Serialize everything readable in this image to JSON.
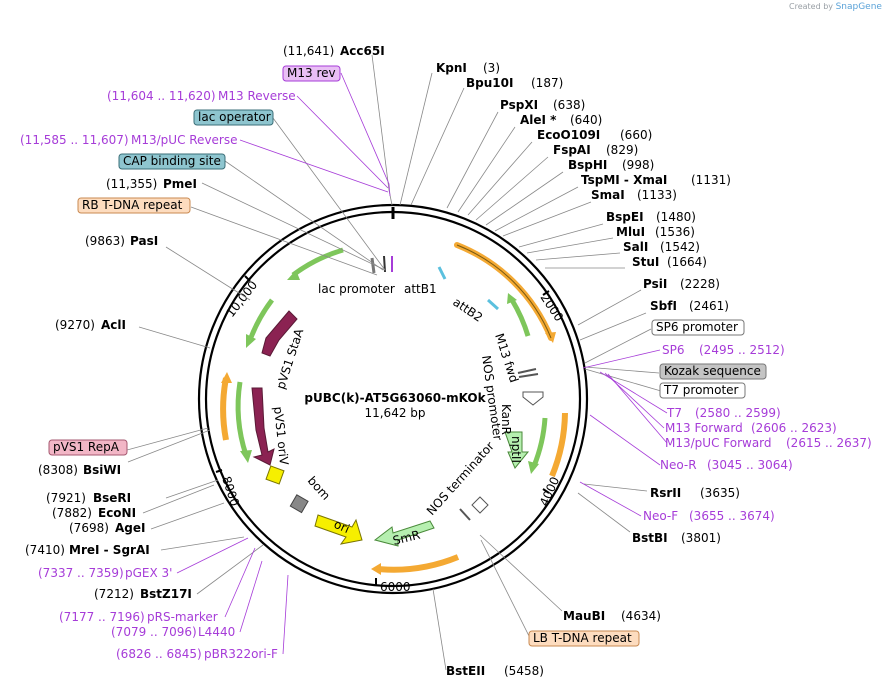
{
  "credit": {
    "prefix": "Created by",
    "brand": "SnapGene"
  },
  "plasmid": {
    "name": "pUBC(k)-AT5G63060-mKOk",
    "length_label": "11,642 bp",
    "length": 11642
  },
  "scale_ticks": [
    {
      "bp": 2000,
      "label": "2000"
    },
    {
      "bp": 4000,
      "label": "4000"
    },
    {
      "bp": 6000,
      "label": "6000"
    },
    {
      "bp": 8000,
      "label": "8000"
    },
    {
      "bp": 10000,
      "label": "10,000"
    }
  ],
  "sites": [
    {
      "name": "Acc65I",
      "pos": "(11,641)",
      "side": "left"
    },
    {
      "name": "KpnI",
      "pos": "(3)",
      "side": "right"
    },
    {
      "name": "Bpu10I",
      "pos": "(187)",
      "side": "right"
    },
    {
      "name": "PspXI",
      "pos": "(638)",
      "side": "right"
    },
    {
      "name": "AleI *",
      "pos": "(640)",
      "side": "right"
    },
    {
      "name": "EcoO109I",
      "pos": "(660)",
      "side": "right"
    },
    {
      "name": "FspAI",
      "pos": "(829)",
      "side": "right"
    },
    {
      "name": "BspHI",
      "pos": "(998)",
      "side": "right"
    },
    {
      "name": "TspMI - XmaI",
      "pos": "(1131)",
      "side": "right"
    },
    {
      "name": "SmaI",
      "pos": "(1133)",
      "side": "right"
    },
    {
      "name": "BspEI",
      "pos": "(1480)",
      "side": "right"
    },
    {
      "name": "MluI",
      "pos": "(1536)",
      "side": "right"
    },
    {
      "name": "SalI",
      "pos": "(1542)",
      "side": "right"
    },
    {
      "name": "StuI",
      "pos": "(1664)",
      "side": "right"
    },
    {
      "name": "PsiI",
      "pos": "(2228)",
      "side": "right"
    },
    {
      "name": "SbfI",
      "pos": "(2461)",
      "side": "right"
    },
    {
      "name": "RsrII",
      "pos": "(3635)",
      "side": "right"
    },
    {
      "name": "BstBI",
      "pos": "(3801)",
      "side": "right"
    },
    {
      "name": "MauBI",
      "pos": "(4634)",
      "side": "right"
    },
    {
      "name": "BstEII",
      "pos": "(5458)",
      "side": "right"
    },
    {
      "name": "PmeI",
      "pos": "(11,355)",
      "side": "left"
    },
    {
      "name": "PasI",
      "pos": "(9863)",
      "side": "left"
    },
    {
      "name": "AclI",
      "pos": "(9270)",
      "side": "left"
    },
    {
      "name": "BsiWI",
      "pos": "(8308)",
      "side": "left"
    },
    {
      "name": "BseRI",
      "pos": "(7921)",
      "side": "left"
    },
    {
      "name": "EcoNI",
      "pos": "(7882)",
      "side": "left"
    },
    {
      "name": "AgeI",
      "pos": "(7698)",
      "side": "left"
    },
    {
      "name": "MreI - SgrAI",
      "pos": "(7410)",
      "side": "left"
    },
    {
      "name": "BstZ17I",
      "pos": "(7212)",
      "side": "left"
    }
  ],
  "primers": [
    {
      "name": "M13 Reverse",
      "range": "(11,604 .. 11,620)",
      "side": "left"
    },
    {
      "name": "M13/pUC Reverse",
      "range": "(11,585 .. 11,607)",
      "side": "left"
    },
    {
      "name": "SP6",
      "range": "(2495 .. 2512)",
      "side": "right"
    },
    {
      "name": "T7",
      "range": "(2580 .. 2599)",
      "side": "right"
    },
    {
      "name": "M13 Forward",
      "range": "(2606 .. 2623)",
      "side": "right"
    },
    {
      "name": "M13/pUC Forward",
      "range": "(2615 .. 2637)",
      "side": "right"
    },
    {
      "name": "Neo-R",
      "range": "(3045 .. 3064)",
      "side": "right"
    },
    {
      "name": "Neo-F",
      "range": "(3655 .. 3674)",
      "side": "right"
    },
    {
      "name": "pGEX 3'",
      "range": "(7337 .. 7359)",
      "side": "left"
    },
    {
      "name": "pRS-marker",
      "range": "(7177 .. 7196)",
      "side": "left"
    },
    {
      "name": "L4440",
      "range": "(7079 .. 7096)",
      "side": "left"
    },
    {
      "name": "pBR322ori-F",
      "range": "(6826 .. 6845)",
      "side": "left"
    }
  ],
  "boxed_features": [
    {
      "name": "M13 rev",
      "fill": "#e9bff5",
      "stroke": "#a63cd8"
    },
    {
      "name": "lac operator",
      "fill": "#8ec5cf",
      "stroke": "#3b6f78"
    },
    {
      "name": "CAP binding site",
      "fill": "#8ec5cf",
      "stroke": "#3b6f78"
    },
    {
      "name": "RB T-DNA repeat",
      "fill": "#fddcbf",
      "stroke": "#c98a52"
    },
    {
      "name": "SP6 promoter",
      "fill": "#ffffff",
      "stroke": "#777777"
    },
    {
      "name": "Kozak sequence",
      "fill": "#c4c4c4",
      "stroke": "#777777"
    },
    {
      "name": "T7 promoter",
      "fill": "#ffffff",
      "stroke": "#777777"
    },
    {
      "name": "pVS1 RepA",
      "fill": "#f2b6c6",
      "stroke": "#a65870"
    },
    {
      "name": "LB T-DNA repeat",
      "fill": "#fddcbf",
      "stroke": "#c98a52"
    }
  ],
  "inner_features": [
    {
      "name": "lac promoter"
    },
    {
      "name": "attB1"
    },
    {
      "name": "attB2"
    },
    {
      "name": "M13 fwd"
    },
    {
      "name": "NOS promoter"
    },
    {
      "name": "KanR"
    },
    {
      "name": "nptII"
    },
    {
      "name": "NOS terminator"
    },
    {
      "name": "SmR"
    },
    {
      "name": "ori"
    },
    {
      "name": "bom"
    },
    {
      "name": "pVS1 oriV"
    },
    {
      "name": "pVS1 StaA"
    }
  ],
  "colors": {
    "enzyme": "#000000",
    "primer": "#a63cd8",
    "orf_green": "#7ec65b",
    "orf_orange": "#f4a933",
    "vsA": "#8b2252",
    "ori_yellow": "#f6ef00",
    "bom_gray": "#888888",
    "attb_cyan": "#5bc0de"
  }
}
